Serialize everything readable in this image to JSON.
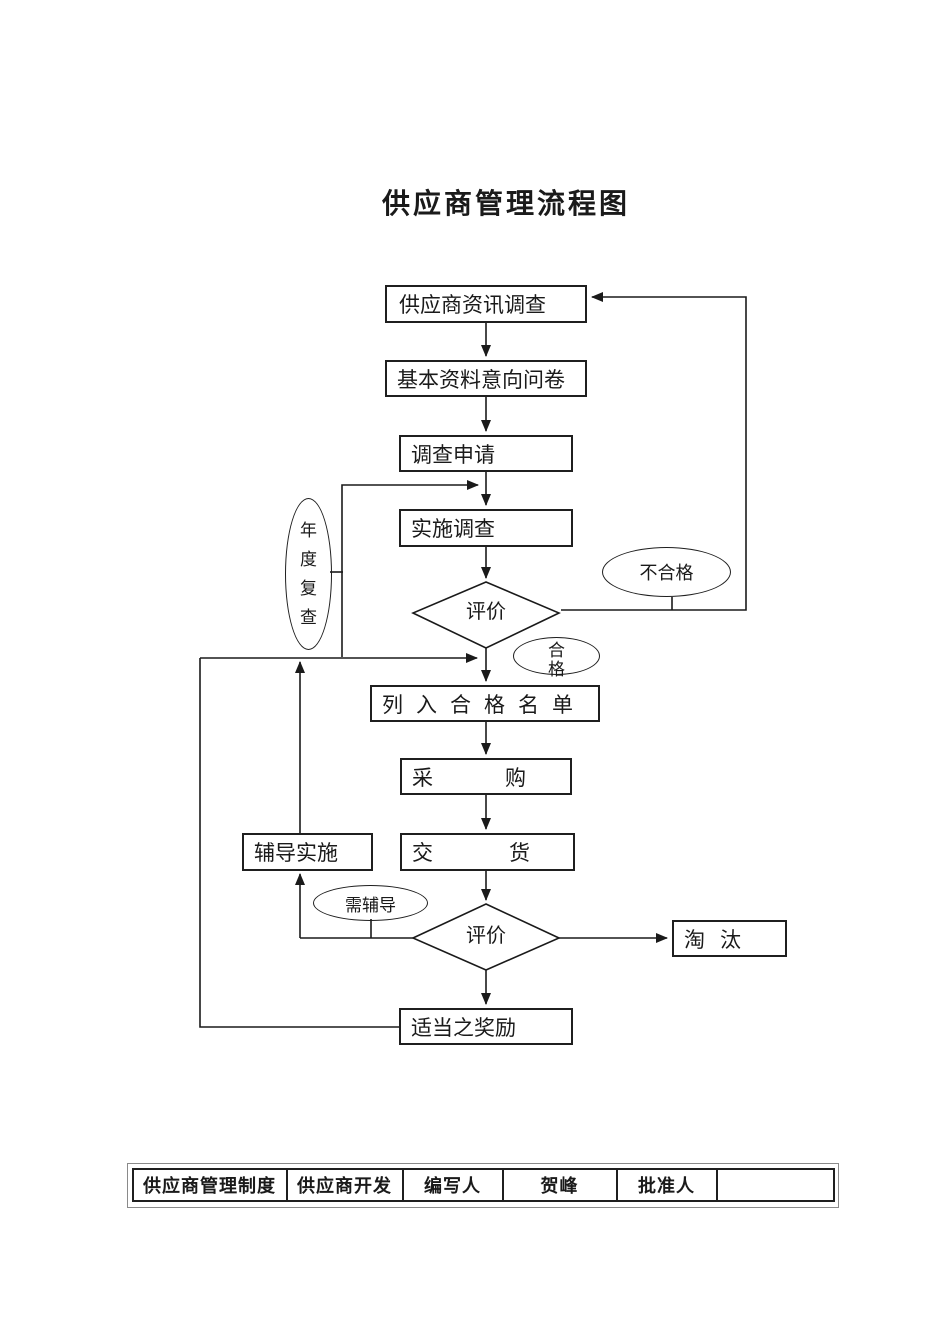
{
  "page": {
    "title": "供应商管理流程图",
    "background": "#ffffff",
    "line_color": "#1a1a1a"
  },
  "flow": {
    "nodes": {
      "survey": "供应商资讯调查",
      "questionnaire": "基本资料意向问卷",
      "apply": "调查申请",
      "implement": "实施调查",
      "eval1": "评价",
      "unqualified": "不合格",
      "annual_review": "年度复查",
      "qualified": "合格",
      "qualified_list": "列入合格名单",
      "purchase": "采购",
      "deliver": "交货",
      "coach": "辅导实施",
      "need_coach": "需辅导",
      "eval2": "评价",
      "eliminate": "淘汰",
      "reward": "适当之奖励"
    }
  },
  "footer_table": {
    "cells": [
      "供应商管理制度",
      "供应商开发",
      "编写人",
      "贺峰",
      "批准人",
      ""
    ]
  }
}
